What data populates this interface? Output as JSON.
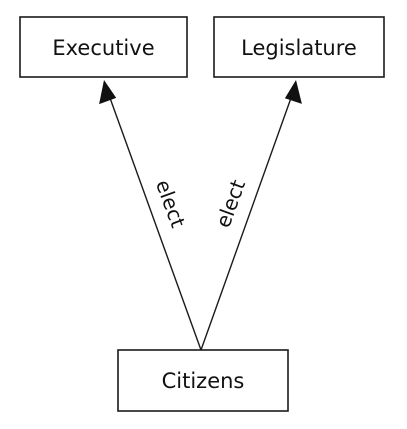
{
  "nodes": {
    "executive": "Executive",
    "legislature": "Legislature",
    "citizens": "Citizens"
  },
  "edges": {
    "left_label": "elect",
    "right_label": "elect"
  },
  "colors": {
    "stroke": "#1a1a1a",
    "text": "#111111",
    "background": "#ffffff"
  }
}
